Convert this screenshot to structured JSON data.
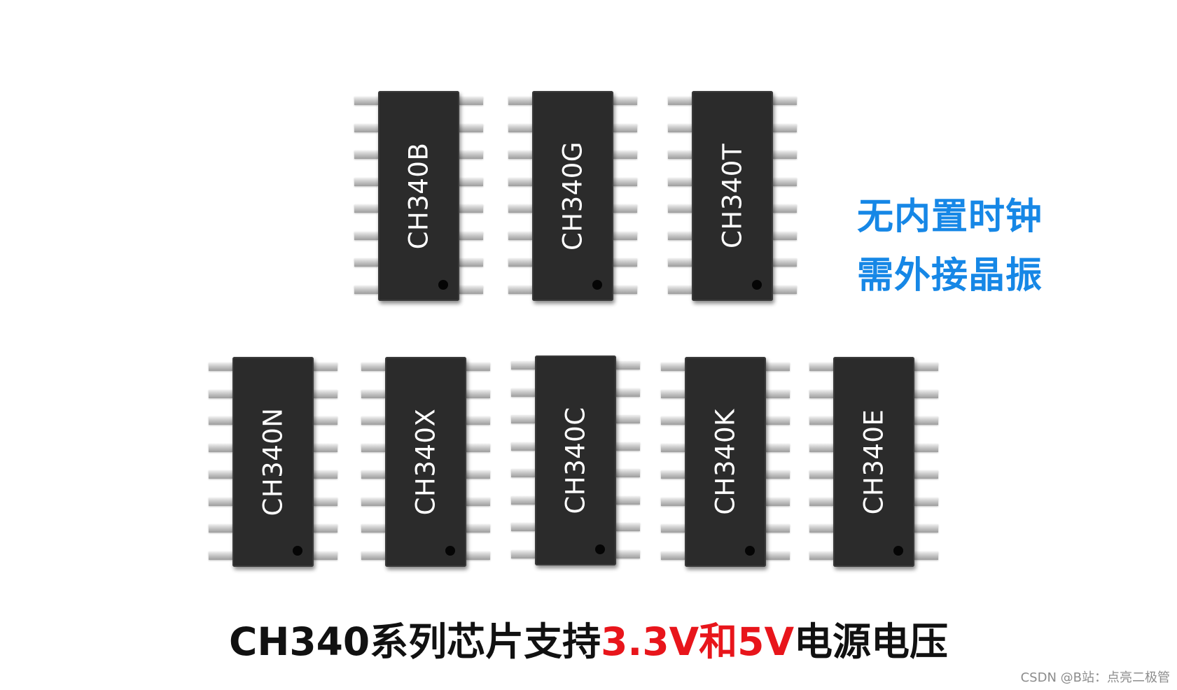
{
  "chips": [
    {
      "name": "CH340B"
    },
    {
      "name": "CH340G"
    },
    {
      "name": "CH340T"
    },
    {
      "name": "CH340N"
    },
    {
      "name": "CH340X"
    },
    {
      "name": "CH340C"
    },
    {
      "name": "CH340K"
    },
    {
      "name": "CH340E"
    }
  ],
  "side_note": {
    "line1": "无内置时钟",
    "line2": "需外接晶振"
  },
  "caption": {
    "part1": "CH340系列芯片支持",
    "part2": "3.3V",
    "part3": "和",
    "part4": "5V",
    "part5": "电源电压"
  },
  "watermark": "CSDN @B站：点亮二极管",
  "colors": {
    "side_note": "#1687e6",
    "highlight": "#e8151b",
    "chip_body": "#2b2b2b"
  }
}
